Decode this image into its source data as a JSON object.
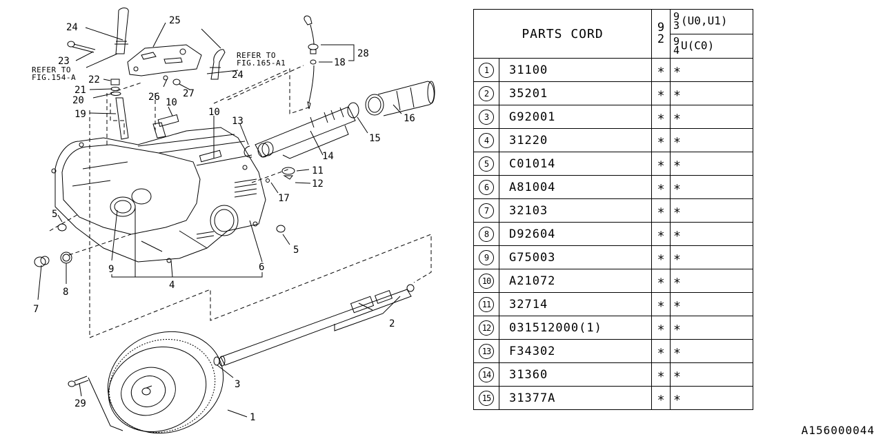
{
  "figure_code": "A156000044",
  "table": {
    "title": "PARTS CORD",
    "year_col_label": [
      "9",
      "2"
    ],
    "sub_headers": [
      {
        "stack": [
          "9",
          "3"
        ],
        "label": "(U0,U1)"
      },
      {
        "stack": [
          "9",
          "4"
        ],
        "label": "U(C0)"
      }
    ],
    "rows": [
      {
        "no": "1",
        "code": "31100",
        "col92": "∗",
        "col93": "∗"
      },
      {
        "no": "2",
        "code": "35201",
        "col92": "∗",
        "col93": "∗"
      },
      {
        "no": "3",
        "code": "G92001",
        "col92": "∗",
        "col93": "∗"
      },
      {
        "no": "4",
        "code": "31220",
        "col92": "∗",
        "col93": "∗"
      },
      {
        "no": "5",
        "code": "C01014",
        "col92": "∗",
        "col93": "∗"
      },
      {
        "no": "6",
        "code": "A81004",
        "col92": "∗",
        "col93": "∗"
      },
      {
        "no": "7",
        "code": "32103",
        "col92": "∗",
        "col93": "∗"
      },
      {
        "no": "8",
        "code": "D92604",
        "col92": "∗",
        "col93": "∗"
      },
      {
        "no": "9",
        "code": "G75003",
        "col92": "∗",
        "col93": "∗"
      },
      {
        "no": "10",
        "code": "A21072",
        "col92": "∗",
        "col93": "∗"
      },
      {
        "no": "11",
        "code": "32714",
        "col92": "∗",
        "col93": "∗"
      },
      {
        "no": "12",
        "code": "031512000(1)",
        "col92": "∗",
        "col93": "∗"
      },
      {
        "no": "13",
        "code": "F34302",
        "col92": "∗",
        "col93": "∗"
      },
      {
        "no": "14",
        "code": "31360",
        "col92": "∗",
        "col93": "∗"
      },
      {
        "no": "15",
        "code": "31377A",
        "col92": "∗",
        "col93": "∗"
      }
    ]
  },
  "diagram": {
    "refer_notes": [
      {
        "line1": "REFER TO",
        "line2": "FIG.154-A"
      },
      {
        "line1": "REFER TO",
        "line2": "FIG.165-A1"
      }
    ],
    "callouts": {
      "c1": "1",
      "c2": "2",
      "c3": "3",
      "c4": "4",
      "c5a": "5",
      "c5b": "5",
      "c6": "6",
      "c7": "7",
      "c8": "8",
      "c9": "9",
      "c10a": "10",
      "c10b": "10",
      "c11": "11",
      "c12": "12",
      "c13": "13",
      "c14": "14",
      "c15": "15",
      "c16": "16",
      "c17": "17",
      "c18": "18",
      "c19": "19",
      "c20": "20",
      "c21": "21",
      "c22": "22",
      "c23": "23",
      "c24a": "24",
      "c24b": "24",
      "c25": "25",
      "c26": "26",
      "c27": "27",
      "c28": "28",
      "c29": "29"
    }
  }
}
